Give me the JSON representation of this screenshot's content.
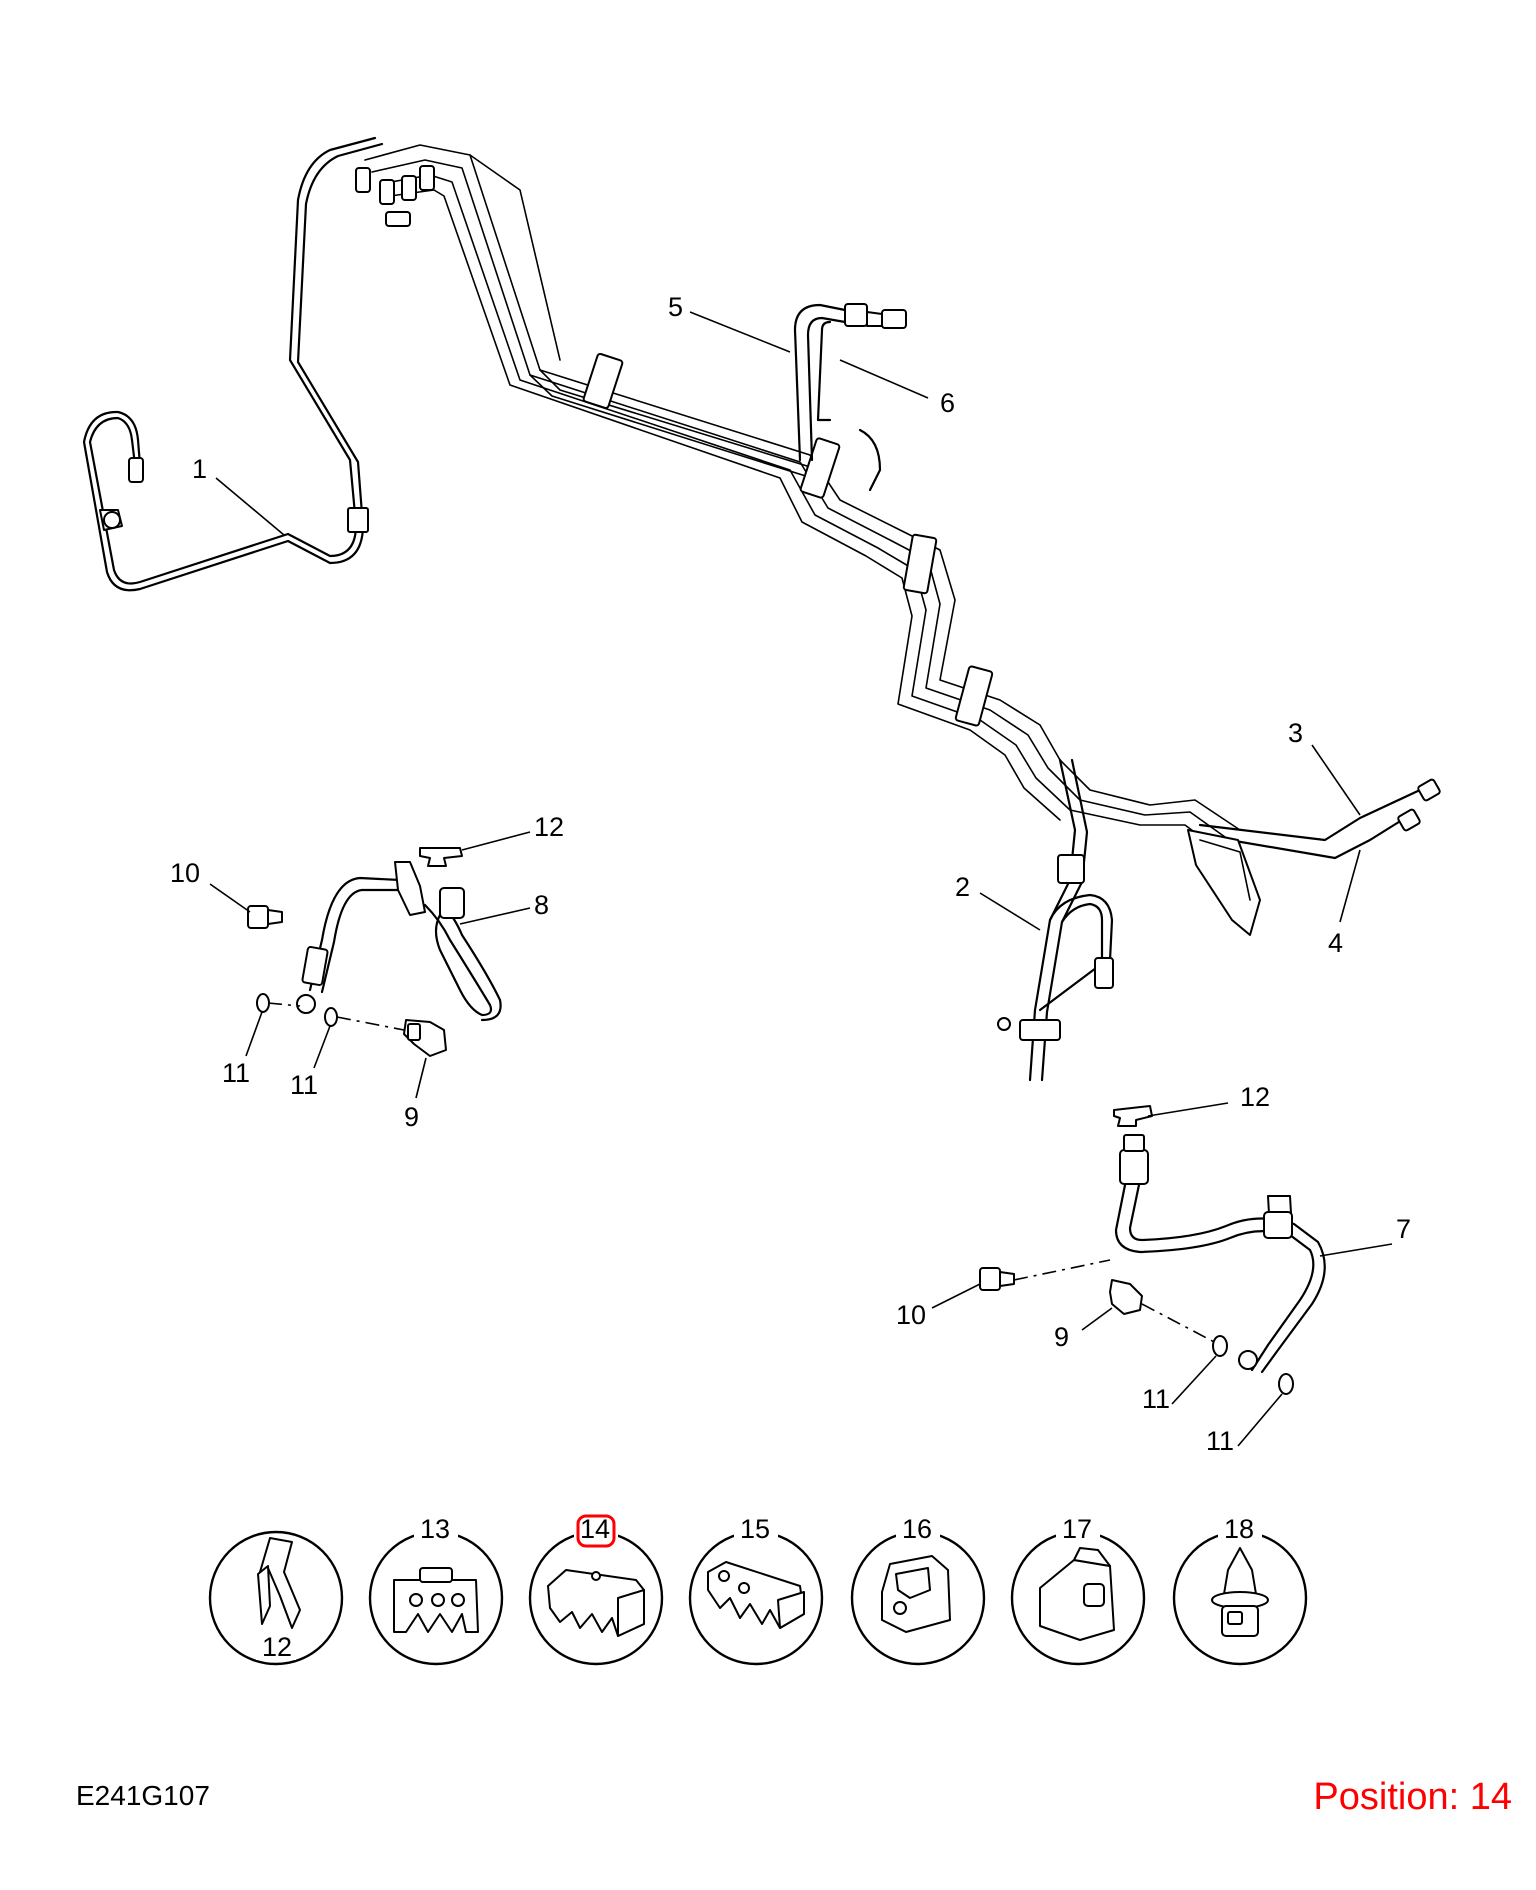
{
  "diagram": {
    "labels": {
      "l1": "1",
      "l2": "2",
      "l3": "3",
      "l4": "4",
      "l5": "5",
      "l6": "6",
      "l7": "7",
      "l8": "8",
      "l9a": "9",
      "l9b": "9",
      "l10a": "10",
      "l10b": "10",
      "l11a": "11",
      "l11b": "11",
      "l11c": "11",
      "l11d": "11",
      "l12a": "12",
      "l12b": "12"
    },
    "inset_labels": {
      "c12": "12",
      "c13": "13",
      "c14": "14",
      "c15": "15",
      "c16": "16",
      "c17": "17",
      "c18": "18"
    },
    "highlighted_position": "14",
    "highlight_color": "#ff0000"
  },
  "footer": {
    "drawing_code": "E241G107",
    "position_text": "Position: 14"
  }
}
